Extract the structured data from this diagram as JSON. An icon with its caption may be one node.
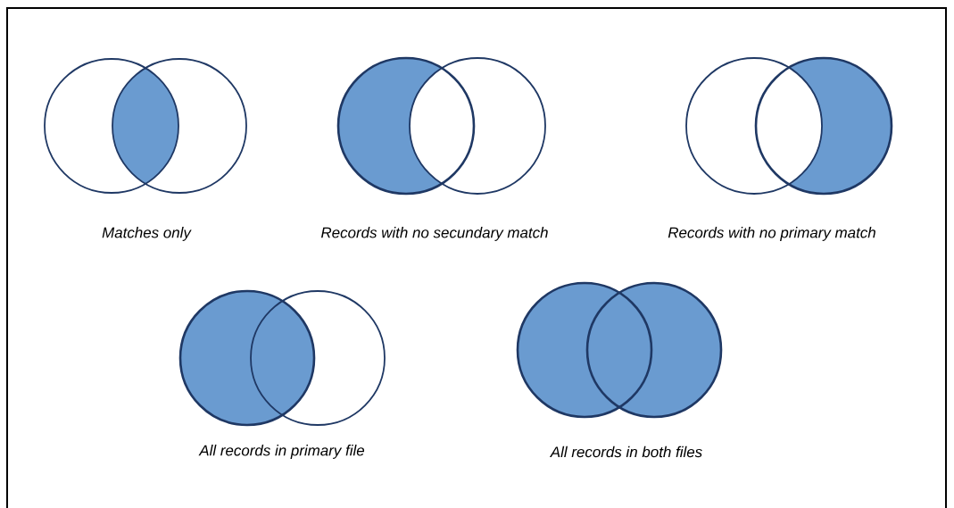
{
  "diagram": {
    "labels": [
      "Matches only",
      "Records with no secundary match",
      "Records with no primary match",
      "All records in primary file",
      "All records in both files"
    ]
  }
}
